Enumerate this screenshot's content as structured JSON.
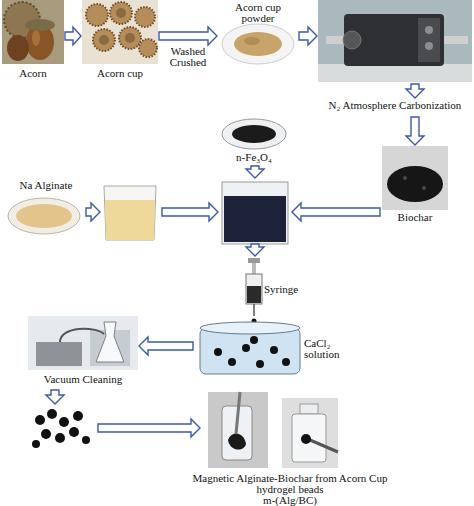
{
  "diagram": {
    "nodes": [
      {
        "text": [
          "Acorn"
        ]
      },
      {
        "text": [
          "Acorn cup"
        ]
      },
      {
        "text": [
          "Acorn cup powder"
        ]
      },
      {
        "text": [
          "N₂ Atmosphere Carbonization"
        ]
      },
      {
        "text": [
          "n-Fe₃O₄"
        ]
      },
      {
        "text": [
          "Biochar"
        ]
      },
      {
        "text": [
          "Na Alginate"
        ]
      },
      {
        "text": [
          "Syringe"
        ]
      },
      {
        "text": [
          "CaCl₂ solution"
        ]
      },
      {
        "text": [
          "Vacuum Cleaning"
        ]
      },
      {
        "text": [
          "Magnetic Alginate-Biochar from Acorn Cup hydrogel beads",
          "m-(Alg/BC)"
        ]
      }
    ],
    "edges": [
      {
        "from": 0,
        "to": 1,
        "arrow": "to"
      },
      {
        "from": 1,
        "to": 2,
        "label": "Washed Crushed",
        "arrow": "to"
      },
      {
        "from": 2,
        "to": 3,
        "arrow": "to"
      },
      {
        "from": 3,
        "to": 5,
        "arrow": "to"
      },
      {
        "from": 8,
        "to": 9,
        "arrow": "to"
      }
    ]
  }
}
